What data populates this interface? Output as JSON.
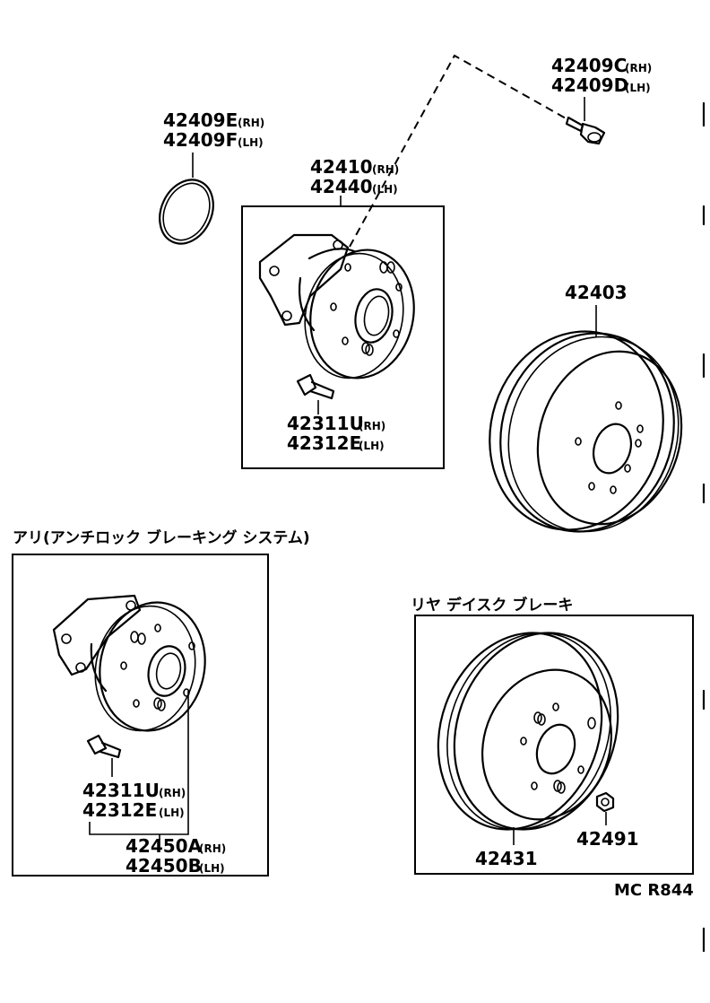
{
  "parts": {
    "p42409C": "42409C",
    "p42409D": "42409D",
    "p42409E": "42409E",
    "p42409F": "42409F",
    "p42410": "42410",
    "p42440": "42440",
    "p42403": "42403",
    "p42311U_a": "42311U",
    "p42312E_a": "42312E",
    "p42311U_b": "42311U",
    "p42312E_b": "42312E",
    "p42450A": "42450A",
    "p42450B": "42450B",
    "p42431": "42431",
    "p42491": "42491"
  },
  "sides": {
    "rh": "(RH)",
    "lh": "(LH)"
  },
  "sections": {
    "abs": "アリ(アンチロック ブレーキング システム)",
    "rear_disc": "リヤ  デイスク ブレーキ"
  },
  "footer": {
    "code": "MC R844"
  },
  "colors": {
    "line": "#000000",
    "background": "#ffffff"
  }
}
